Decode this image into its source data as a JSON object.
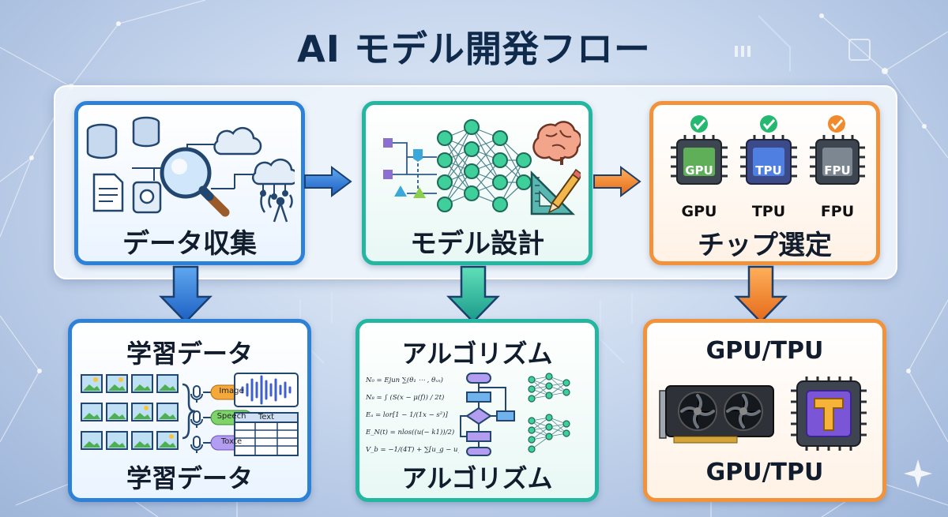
{
  "title": "AI モデル開発フロー",
  "top_steps": [
    {
      "label": "データ収集",
      "color": "#2d82d8"
    },
    {
      "label": "モデル設計",
      "color": "#23b6a0"
    },
    {
      "label": "チップ選定",
      "color": "#f2923a",
      "chips": [
        "GPU",
        "TPU",
        "FPU"
      ]
    }
  ],
  "bottom_steps": [
    {
      "heading": "学習データ",
      "caption": "学習データ",
      "tags": [
        "Image",
        "Speech",
        "Toxte"
      ],
      "table_header": "Text"
    },
    {
      "heading": "アルゴリズム",
      "caption": "アルゴリズム",
      "formulas": [
        "N₀ = Ejun ∑(θ₁ ⋯ , θₓₙ)",
        "N₈ = ∫ (S(x − μ(f)) / 2t)",
        "Eₐ = lor[1 − 1/(1x − s²)]",
        "E_N(t) = nlos((u(− k1))/2)",
        "V_b = −1/(4T) + ∑[u_g − u_b]"
      ]
    },
    {
      "heading": "GPU/TPU",
      "caption": "GPU/TPU"
    }
  ]
}
